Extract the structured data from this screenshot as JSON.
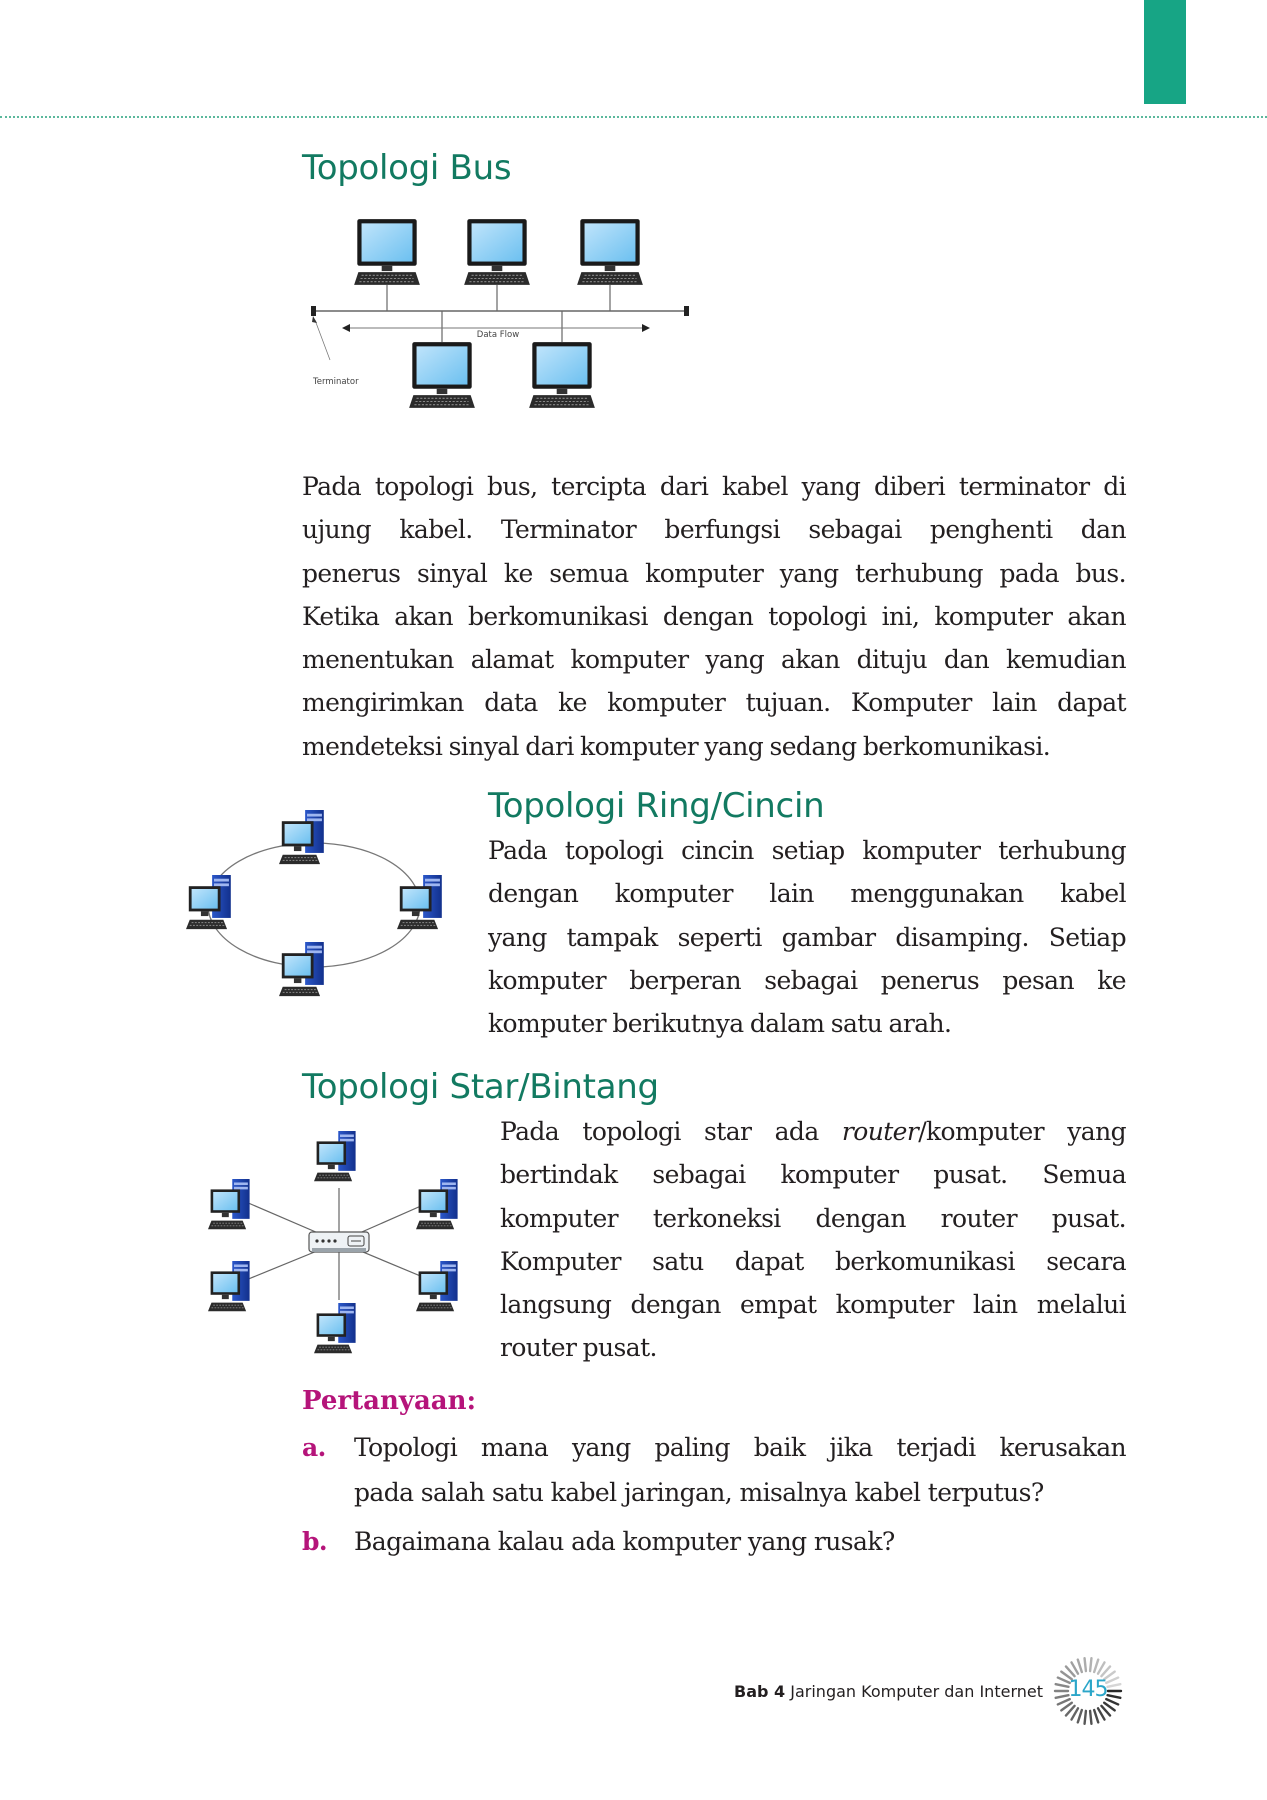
{
  "colors": {
    "heading": "#127a61",
    "accent_tab": "#17a585",
    "question": "#b5147a",
    "page_number": "#2ba6c9"
  },
  "bus": {
    "title": "Topologi Bus",
    "diagram": {
      "data_flow_label": "Data Flow",
      "terminator_label": "Terminator"
    },
    "paragraph": [
      "Pada topologi bus, tercipta dari kabel yang diberi terminator di",
      "ujung kabel. Terminator berfungsi sebagai penghenti dan",
      "penerus sinyal ke semua komputer yang terhubung pada bus.",
      "Ketika akan berkomunikasi dengan topologi ini, komputer akan",
      "menentukan alamat komputer yang akan dituju dan kemudian",
      "mengirimkan data ke komputer tujuan. Komputer lain dapat",
      "mendeteksi sinyal dari komputer yang sedang berkomunikasi."
    ]
  },
  "ring": {
    "title": "Topologi Ring/Cincin",
    "paragraph": [
      "Pada topologi cincin setiap komputer terhubung",
      "dengan komputer lain menggunakan kabel",
      "yang tampak seperti gambar disamping. Setiap",
      "komputer berperan sebagai penerus pesan ke",
      "komputer berikutnya dalam satu arah."
    ]
  },
  "star": {
    "title": "Topologi Star/Bintang",
    "paragraph": {
      "line1_before": "Pada topologi star ada ",
      "line1_italic": "router",
      "line1_after": "/komputer yang",
      "lines": [
        "bertindak sebagai komputer pusat. Semua",
        "komputer terkoneksi dengan router pusat.",
        "Komputer satu dapat berkomunikasi secara",
        "langsung dengan empat komputer lain melalui",
        "router pusat."
      ]
    }
  },
  "questions": {
    "title": "Pertanyaan:",
    "items": [
      {
        "letter": "a.",
        "lines": [
          "Topologi mana yang paling baik jika terjadi kerusakan",
          "pada salah satu kabel jaringan, misalnya kabel terputus?"
        ]
      },
      {
        "letter": "b.",
        "lines": [
          "Bagaimana kalau ada komputer yang rusak?"
        ]
      }
    ]
  },
  "footer": {
    "chapter": "Bab 4",
    "chapter_title": "Jaringan Komputer dan Internet",
    "page_number": "145"
  }
}
